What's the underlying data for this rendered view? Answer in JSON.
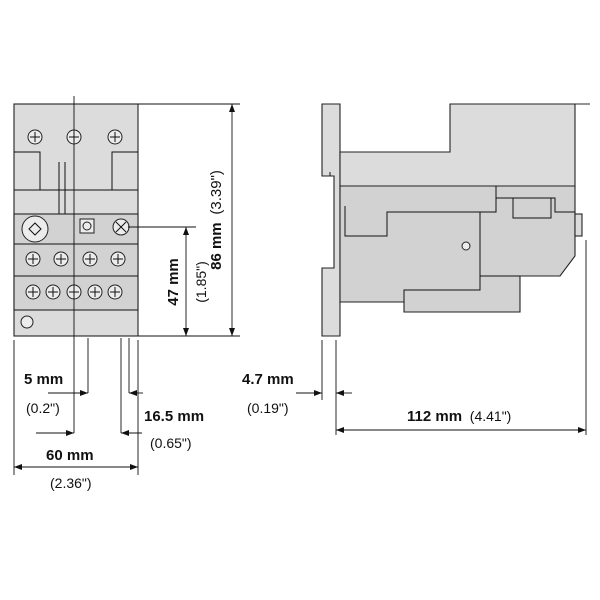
{
  "colors": {
    "housing_fill": "#dcdcdc",
    "line": "#111111",
    "background": "#ffffff"
  },
  "dimensions": {
    "height": {
      "metric": "86 mm",
      "imperial": "(3.39\")"
    },
    "terminal_height": {
      "metric": "47 mm",
      "imperial": "(1.85\")"
    },
    "offset": {
      "metric": "5 mm",
      "imperial": "(0.2\")"
    },
    "terminal_pitch": {
      "metric": "16.5 mm",
      "imperial": "(0.65\")"
    },
    "width": {
      "metric": "60 mm",
      "imperial": "(2.36\")"
    },
    "rail_offset": {
      "metric": "4.7 mm",
      "imperial": "(0.19\")"
    },
    "depth": {
      "metric": "112 mm",
      "imperial": "(4.41\")"
    }
  }
}
